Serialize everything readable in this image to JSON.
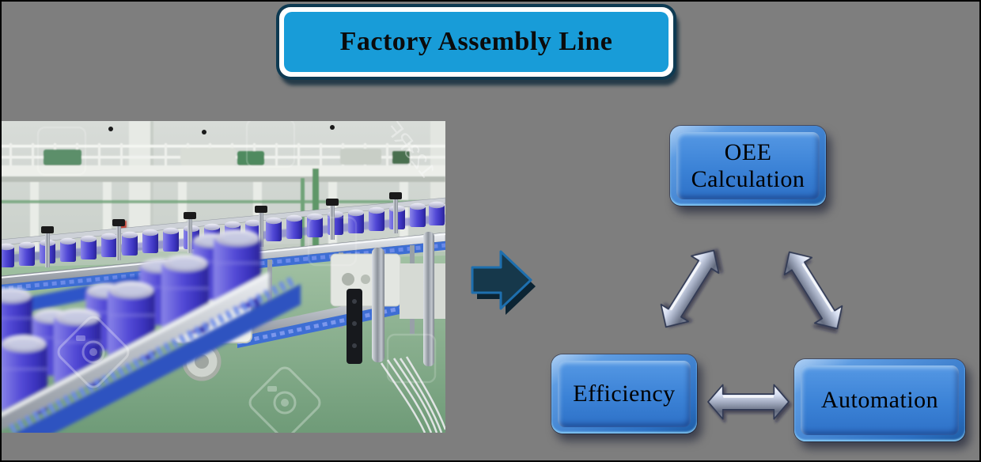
{
  "canvas": {
    "background_color": "#7E7E7E",
    "border_color": "#000000"
  },
  "title": {
    "label": "Factory Assembly Line",
    "fill_color": "#189CD8",
    "ring_color": "#FFFFFF",
    "edge_color": "#0E3A52",
    "text_color": "#0B0B0B"
  },
  "photo": {
    "alt": "Factory bottling line with rows of blue cans on stainless-steel conveyors",
    "watermark_text": "123RF"
  },
  "flow_arrow": {
    "icon": "right-arrow-icon",
    "fill_color": "#16384B",
    "outline_color": "#1E6FAE"
  },
  "nodes": {
    "oee": {
      "label": "OEE Calculation"
    },
    "efficiency": {
      "label": "Efficiency"
    },
    "automation": {
      "label": "Automation"
    },
    "fill_top": "#5598E4",
    "fill_bottom": "#2E71C7",
    "text_color": "#000000"
  },
  "connectors": [
    {
      "id": "efficiency-oee",
      "type": "double-headed-arrow",
      "color": "#C9D2E8"
    },
    {
      "id": "oee-automation",
      "type": "double-headed-arrow",
      "color": "#C9D2E8"
    },
    {
      "id": "efficiency-automation",
      "type": "double-headed-arrow",
      "color": "#C9D2E8"
    }
  ]
}
